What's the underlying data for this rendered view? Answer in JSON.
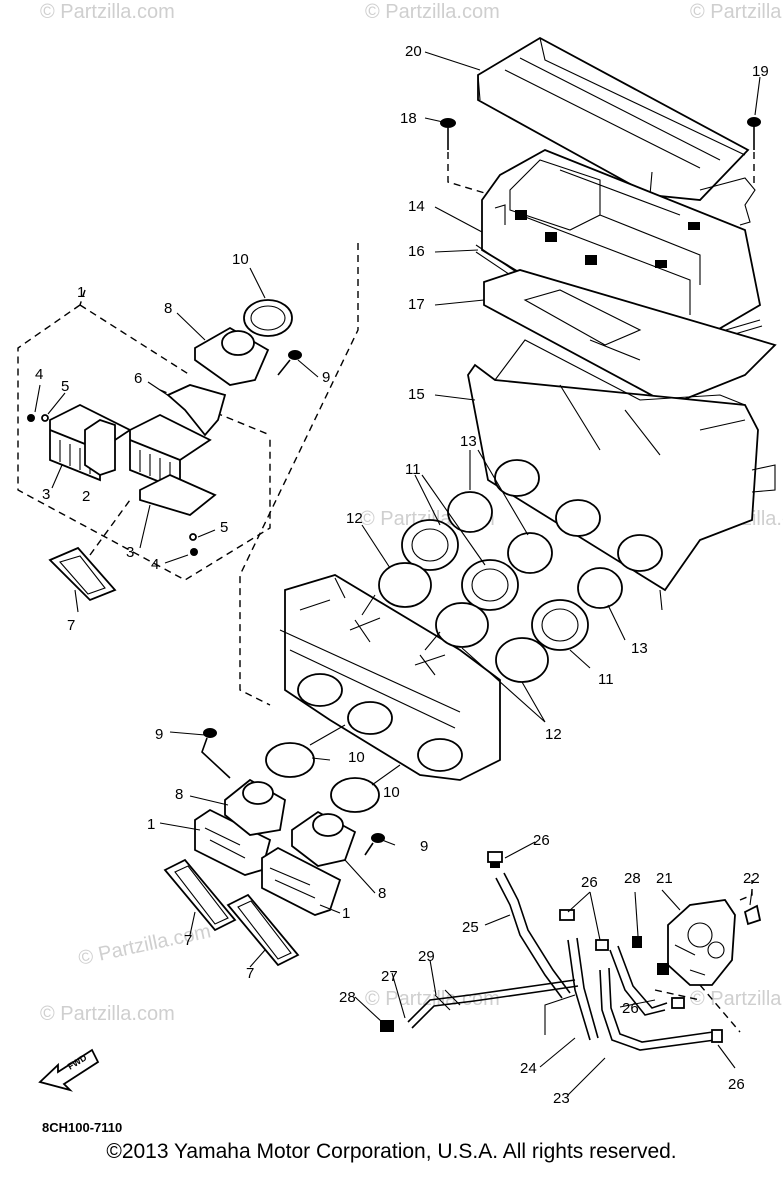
{
  "watermark": "© Partzilla.com",
  "callouts": [
    "1",
    "2",
    "3",
    "4",
    "5",
    "6",
    "7",
    "8",
    "9",
    "10",
    "11",
    "12",
    "13",
    "14",
    "15",
    "16",
    "17",
    "18",
    "19",
    "20",
    "21",
    "22",
    "23",
    "24",
    "25",
    "26",
    "27",
    "28",
    "29"
  ],
  "forward_label": "FWD",
  "diagram_code": "8CH100-7110",
  "copyright": "©2013  Yamaha Motor Corporation, U.S.A. All rights reserved."
}
